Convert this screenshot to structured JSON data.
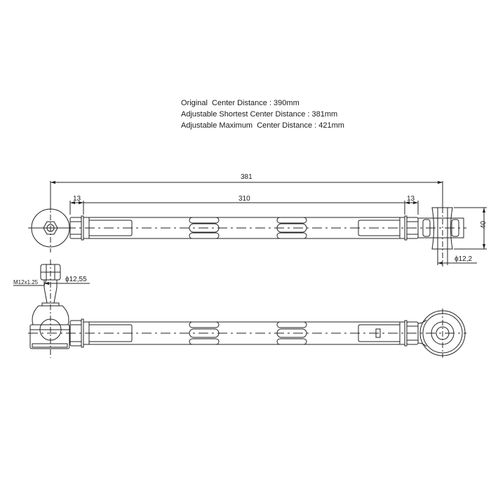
{
  "specs": {
    "original": "Original  Center Distance : 390mm",
    "shortest": "Adjustable Shortest Center Distance : 381mm",
    "maximum": "Adjustable Maximum  Center Distance : 421mm"
  },
  "dimensions": {
    "overall": "381",
    "left_nut": "13",
    "tube": "310",
    "right_nut": "13",
    "bushing_height": "40",
    "bore_diameter": "ϕ12,2",
    "thread": "M12x1.25",
    "stud_diameter": "ϕ12,55"
  },
  "colors": {
    "line": "#222222",
    "background": "#ffffff"
  }
}
